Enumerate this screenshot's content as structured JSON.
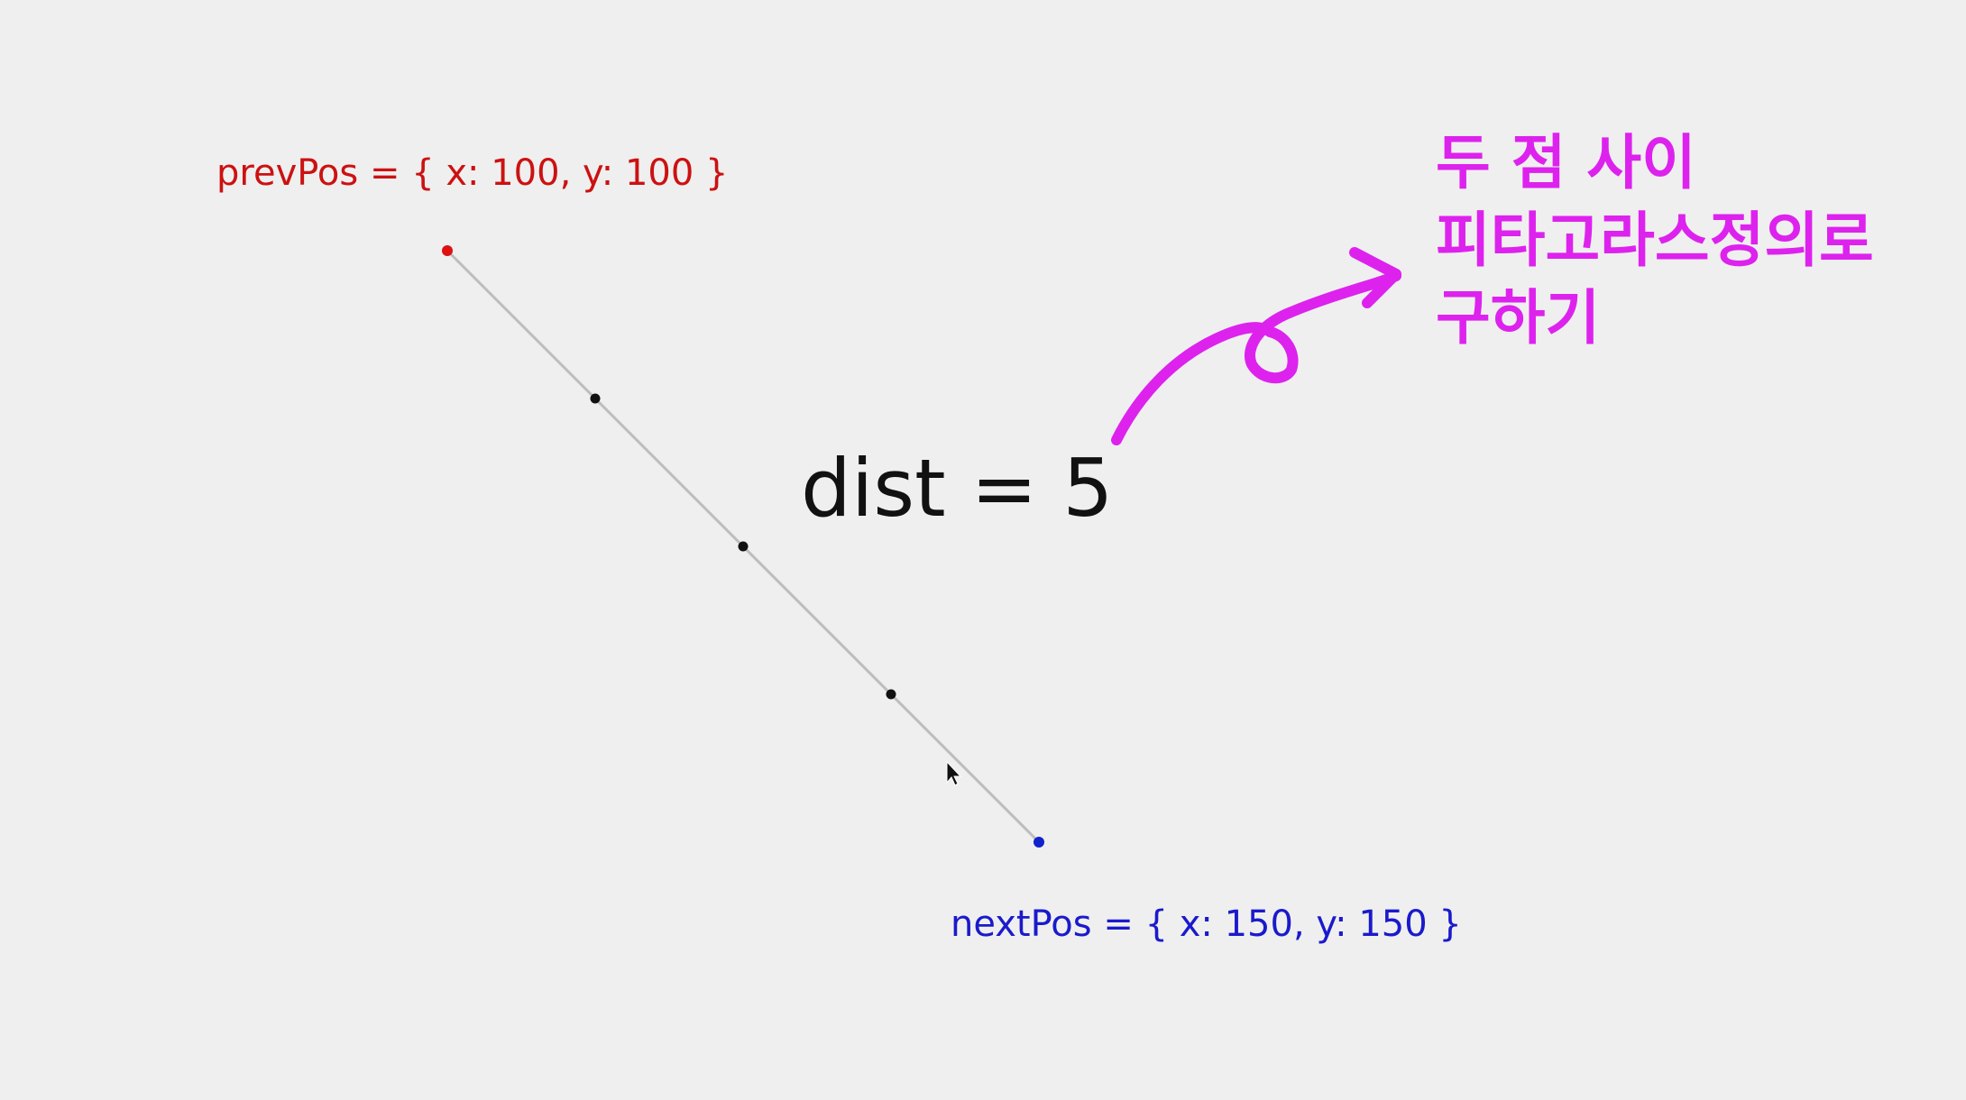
{
  "prev_pos": {
    "label": "prevPos = { x: 100, y: 100 }",
    "color": "#cc1111"
  },
  "next_pos": {
    "label": "nextPos = { x: 150, y: 150 }",
    "color": "#1a1acc"
  },
  "dist_label": "dist = 5",
  "annotation": {
    "lines": [
      "두 점 사이",
      "피타고라스정의로",
      "구하기"
    ],
    "color": "#dd22ee"
  },
  "intermediate_dots": 3,
  "cursor_icon": "arrow-cursor-icon"
}
